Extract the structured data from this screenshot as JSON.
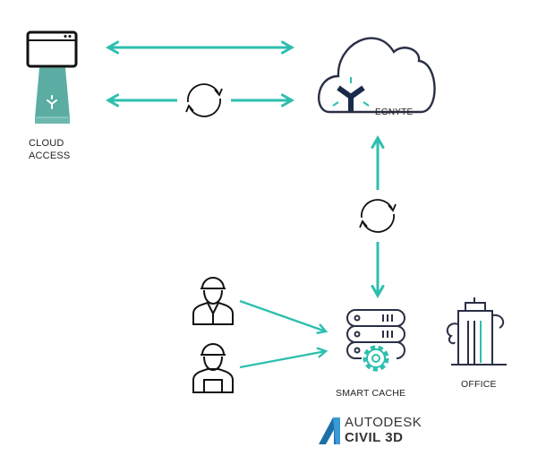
{
  "labels": {
    "cloud_access_line1": "CLOUD",
    "cloud_access_line2": "ACCESS",
    "egnyte": "EGNYTE",
    "smart_cache": "SMART CACHE",
    "office": "OFFICE",
    "autodesk": "AUTODESK",
    "civil3d": "CIVIL 3D"
  },
  "colors": {
    "accent": "#2dbfae",
    "dark": "#2a2f45",
    "navy": "#1b2a4a",
    "autodesk_blue": "#1e6fa8"
  }
}
